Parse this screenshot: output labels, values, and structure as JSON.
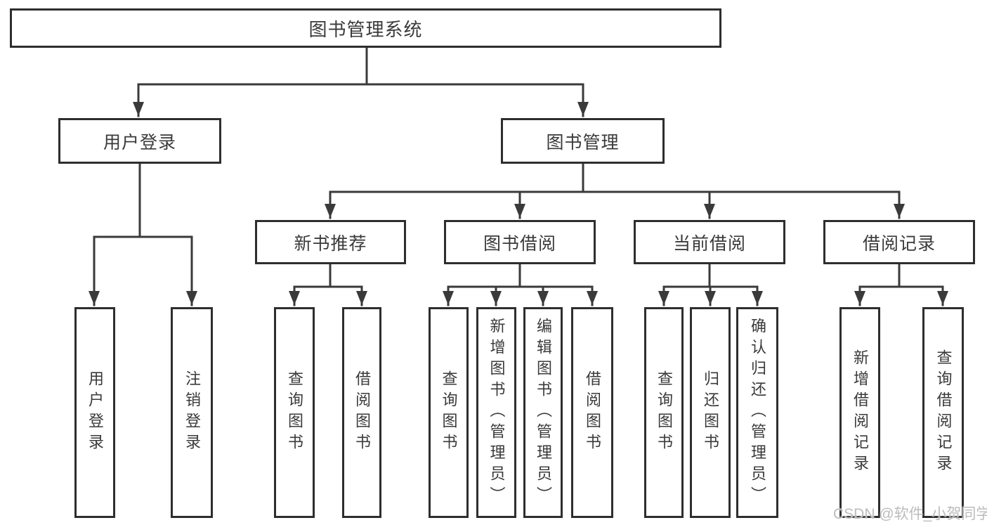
{
  "watermark": {
    "text": "CSDN @软件_小贺同学",
    "color": "#bcbcbc"
  },
  "colors": {
    "background": "#ffffff",
    "line": "#3a3a3a",
    "box_border": "#2e2e2e",
    "text": "#3a3a3a"
  },
  "tree": {
    "root": {
      "label": "图书管理系统"
    },
    "level2": [
      {
        "label": "用户登录"
      },
      {
        "label": "图书管理"
      }
    ],
    "level3": [
      {
        "label": "新书推荐",
        "parent": "图书管理"
      },
      {
        "label": "图书借阅",
        "parent": "图书管理"
      },
      {
        "label": "当前借阅",
        "parent": "图书管理"
      },
      {
        "label": "借阅记录",
        "parent": "图书管理"
      }
    ],
    "leaves": [
      {
        "label": "用户登录",
        "parent": "用户登录"
      },
      {
        "label": "注销登录",
        "parent": "用户登录"
      },
      {
        "label": "查询图书",
        "parent": "新书推荐"
      },
      {
        "label": "借阅图书",
        "parent": "新书推荐"
      },
      {
        "label": "查询图书",
        "parent": "图书借阅"
      },
      {
        "label": "新增图书（管理员）",
        "parent": "图书借阅"
      },
      {
        "label": "编辑图书（管理员）",
        "parent": "图书借阅"
      },
      {
        "label": "借阅图书",
        "parent": "图书借阅"
      },
      {
        "label": "查询图书",
        "parent": "当前借阅"
      },
      {
        "label": "归还图书",
        "parent": "当前借阅"
      },
      {
        "label": "确认归还（管理员）",
        "parent": "当前借阅"
      },
      {
        "label": "新增借阅记录",
        "parent": "借阅记录"
      },
      {
        "label": "查询借阅记录",
        "parent": "借阅记录"
      }
    ]
  }
}
